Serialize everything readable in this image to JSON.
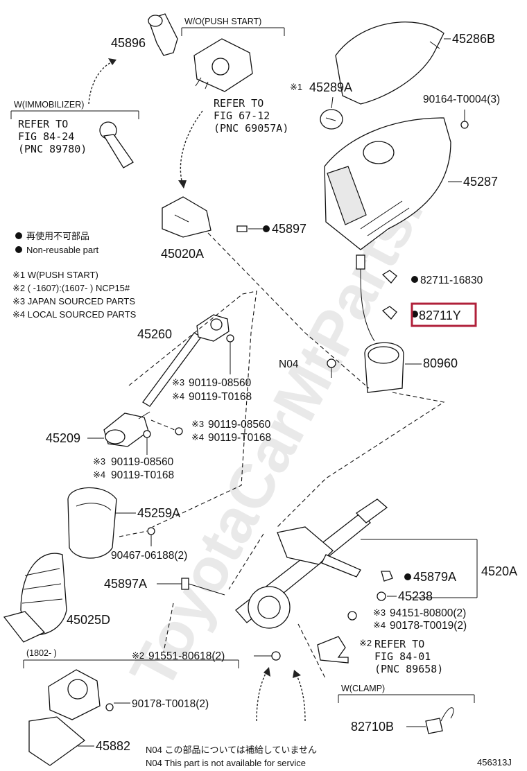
{
  "watermark": "ToyotaCarMtParts.ru",
  "labels": {
    "p45896": "45896",
    "wo_push_start": "W/O(PUSH START)",
    "ref_67_a": "REFER TO",
    "ref_67_b": "FIG 67-12",
    "ref_67_c": "(PNC 69057A)",
    "w_immobilizer": "W(IMMOBILIZER)",
    "ref_84_24_a": "REFER TO",
    "ref_84_24_b": "FIG 84-24",
    "ref_84_24_c": "(PNC 89780)",
    "p45286B": "45286B",
    "mark1": "※1",
    "p45289A": "45289A",
    "p90164": "90164-T0004(3)",
    "p45287": "45287",
    "p45897": "45897",
    "p45020A": "45020A",
    "legend_jp": "再使用不可部品",
    "legend_en": "Non-reusable part",
    "note1": "※1  W(PUSH START)",
    "note2": "※2 (       -1607):(1607-       ) NCP15#",
    "note3": "※3 JAPAN SOURCED PARTS",
    "note4": "※4 LOCAL SOURCED PARTS",
    "p82711_16830": "82711-16830",
    "p82711Y": "82711Y",
    "p45260": "45260",
    "pN04": "N04",
    "p80960": "80960",
    "mark3": "※3",
    "mark4": "※4",
    "p90119_08560": "90119-08560",
    "p90119_T0168": "90119-T0168",
    "p45209": "45209",
    "p45259A": "45259A",
    "p90467": "90467-06188(2)",
    "p45879A": "45879A",
    "p4520A": "4520A",
    "p45897A": "45897A",
    "p45238": "45238",
    "p94151": "94151-80800(2)",
    "p90178_T0019": "90178-T0019(2)",
    "p45025D": "45025D",
    "mark2": "※2",
    "ref_84_01_a": "REFER TO",
    "ref_84_01_b": "FIG 84-01",
    "ref_84_01_c": "(PNC 89658)",
    "p91551": "91551-80618(2)",
    "date_1802": "(1802-       )",
    "p90178_T0018": "90178-T0018(2)",
    "w_clamp": "W(CLAMP)",
    "p82710B": "82710B",
    "p45882": "45882",
    "n04_note_jp": "N04  この部品については補給していません",
    "n04_note_en": "N04  This part is not available for service",
    "fig_id": "456313J"
  },
  "highlight_color": "#b0203a"
}
